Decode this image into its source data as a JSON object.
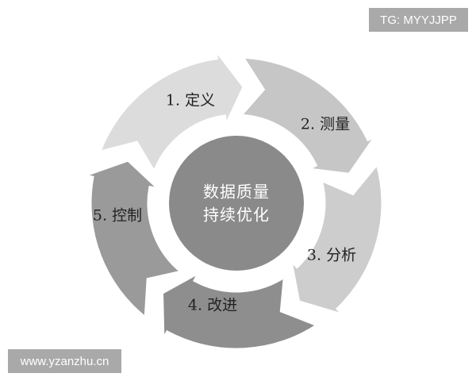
{
  "diagram": {
    "center_text": [
      "数据质量",
      "持续优化"
    ],
    "steps": [
      {
        "label": "1. 定义",
        "color": "#dcdcdc"
      },
      {
        "label": "2. 测量",
        "color": "#c6c6c6"
      },
      {
        "label": "3. 分析",
        "color": "#cdcdcd"
      },
      {
        "label": "4. 改进",
        "color": "#8e8e8e"
      },
      {
        "label": "5. 控制",
        "color": "#9a9a9a"
      }
    ],
    "center_color": "#8a8a8a"
  },
  "watermarks": {
    "top_right": "TG: MYYJJPP",
    "bottom_left": "www.yzanzhu.cn"
  }
}
